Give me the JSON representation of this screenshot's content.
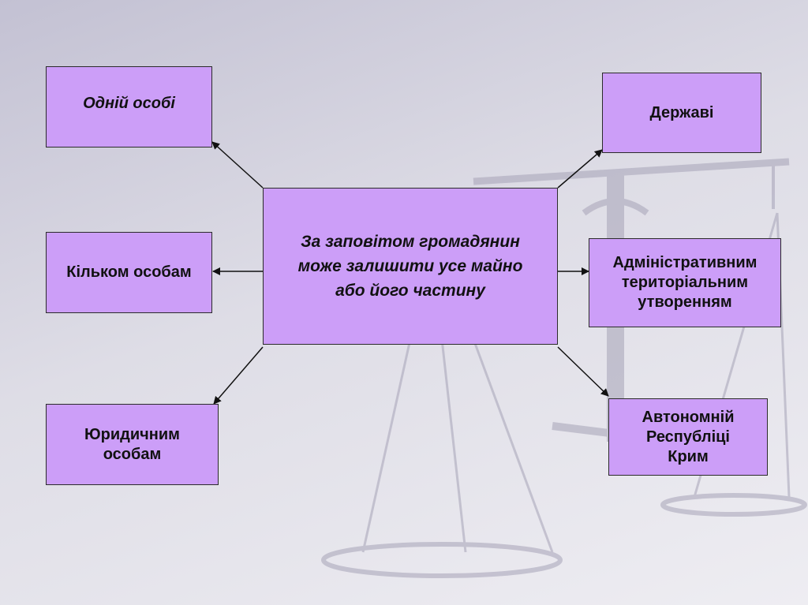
{
  "center": {
    "text": "За заповітом громадянин\nможе залишити усе майно\nабо його частину"
  },
  "left": [
    {
      "text": "Одній особі"
    },
    {
      "text": "Кільком особам"
    },
    {
      "text": "Юридичним\nособам"
    }
  ],
  "right": [
    {
      "text": "Державі"
    },
    {
      "text": "Адміністративним\nтериторіальним\nутворенням"
    },
    {
      "text": "Автономній\nРеспубліці\nКрим"
    }
  ],
  "colors": {
    "box_fill": "#cc9ef8",
    "border": "#2b2b2b",
    "background": "#d8d6e2"
  }
}
